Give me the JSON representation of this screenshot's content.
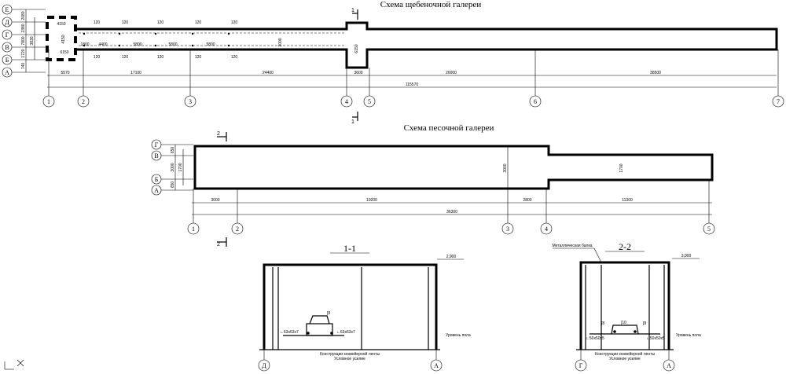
{
  "gravel": {
    "title": "Схема щебеночной галереи",
    "row_labels": [
      "Е",
      "Д",
      "Г",
      "В",
      "Б",
      "А"
    ],
    "axis_labels": [
      "1",
      "2",
      "3",
      "4",
      "5",
      "6",
      "7"
    ],
    "left_dims": [
      "2080",
      "2380",
      "7800",
      "3830",
      "1720",
      "740"
    ],
    "top_dims": [
      "120",
      "120",
      "120",
      "120",
      "120"
    ],
    "inner_dims": [
      "1800",
      "4400",
      "5800",
      "5800",
      "5800"
    ],
    "bot_dims": [
      "120",
      "120",
      "120",
      "120",
      "120"
    ],
    "small_dims": [
      "4150",
      "4150",
      "6150"
    ],
    "chain_dims": [
      "5570",
      "17100",
      "24400",
      "3600",
      "26000",
      "38500"
    ],
    "total_dim": "115570",
    "width_dim": "3000",
    "section_marker": "1",
    "section_marker_bottom": "1"
  },
  "sand": {
    "title": "Схема песочной галереи",
    "row_labels": [
      "Г",
      "В",
      "Б",
      "А"
    ],
    "axis_labels": [
      "1",
      "2",
      "3",
      "4",
      "5"
    ],
    "left_dims": [
      "650",
      "3000",
      "1700",
      "650"
    ],
    "chain_dims": [
      "3000",
      "19200",
      "2800",
      "11300"
    ],
    "total_dim": "36300",
    "width_dims": [
      "3000",
      "1700"
    ],
    "section_marker": "2",
    "section_marker_bottom": "2"
  },
  "section_1": {
    "title": "1-1",
    "level": "2,900",
    "label_left": "∟63x63x7",
    "label_right": "∟63x63x7",
    "channel": "[8",
    "floor_label": "Уровень пола",
    "caption_1": "Конструкции конвейерной ленты",
    "caption_2": "Условное усилие",
    "axis_left": "Д",
    "axis_right": "А"
  },
  "section_2": {
    "title": "2-2",
    "level": "3,000",
    "top_label": "Металлическая балка",
    "label_left": "∟50x50x5",
    "label_right": "∟50x50x5",
    "channel_left": "[8",
    "channel_mid": "[10",
    "channel_right": "[8",
    "floor_label": "Уровень пола",
    "caption_1": "Конструкции конвейерной ленты",
    "caption_2": "Условное усилие",
    "axis_left": "Г",
    "axis_right": "А"
  }
}
